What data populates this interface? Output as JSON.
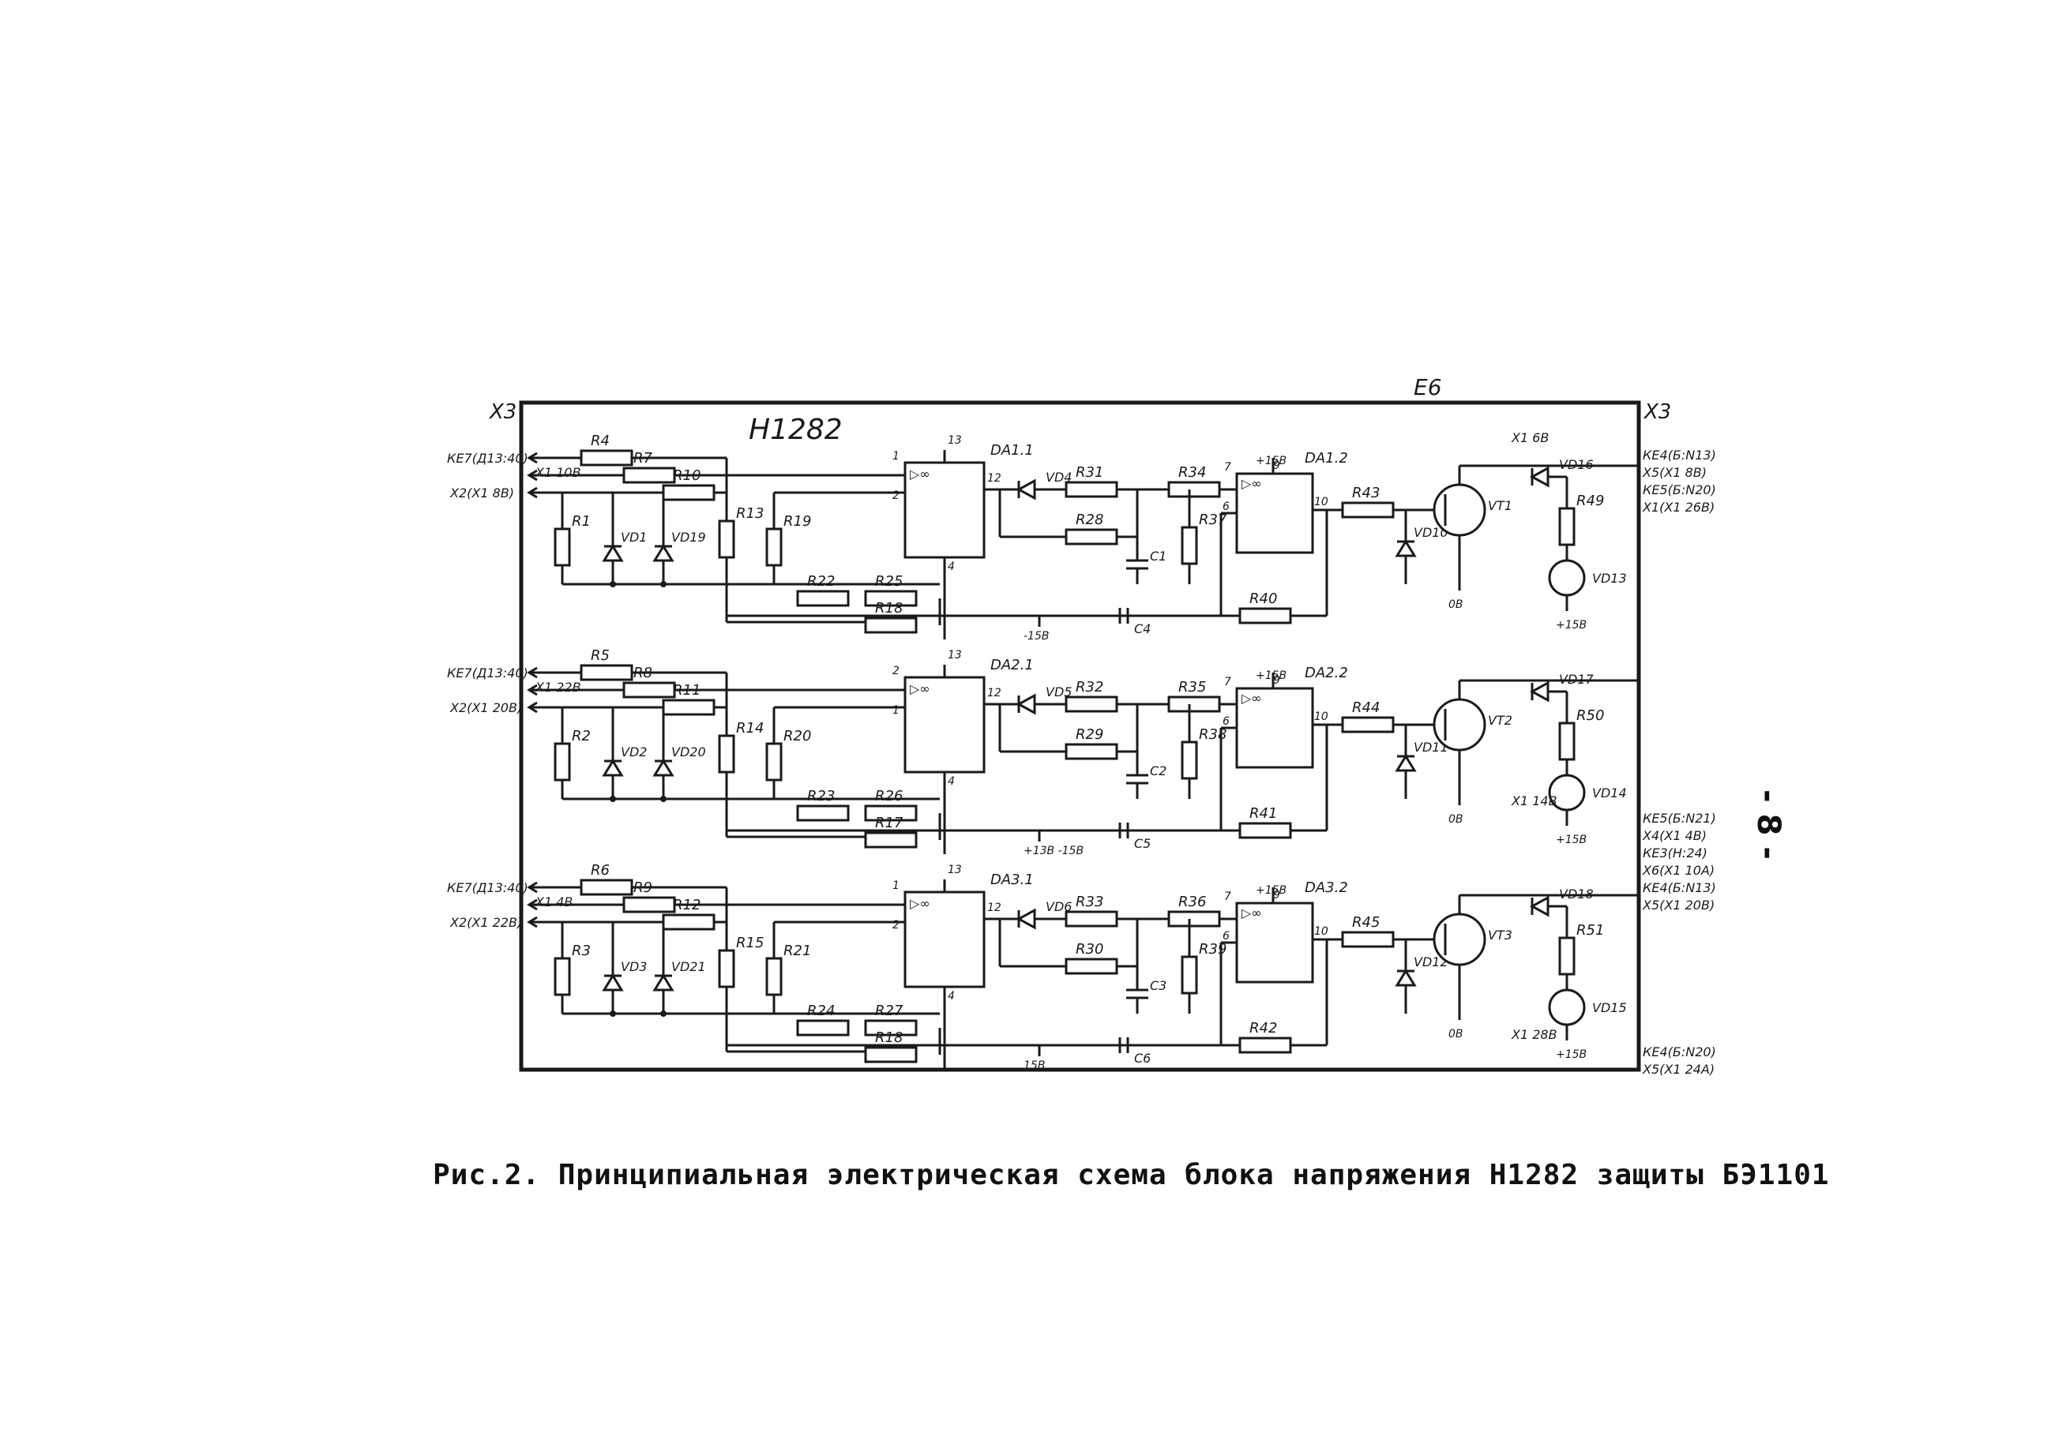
{
  "diagram": {
    "title": "Н1282",
    "block_label": "Е6",
    "connector_left": "X3",
    "connector_right": "X3",
    "power": {
      "top1": "+15В",
      "top2": "+15В",
      "top3": "+15В",
      "neg1": "-15В",
      "neg2": "+13В  -15В",
      "neg3": "15В",
      "pos1": "+15В",
      "pos2": "+15В",
      "pos3": "+15В"
    },
    "left_terminals": [
      {
        "top": "КЕ7(Д13:40)",
        "mid": "Х1 10В",
        "bot": "Х2(Х1 8В)"
      },
      {
        "top": "КЕ7(Д13:40)",
        "mid": "Х1 22В",
        "bot": "Х2(Х1 20В)"
      },
      {
        "top": "КЕ7(Д13:40)",
        "mid": "Х1 4В",
        "bot": "Х2(Х1 22В)"
      }
    ],
    "right_terminals": [
      "Х1 6В",
      "КЕ4(Б:N13)",
      "Х5(Х1 8В)",
      "КЕ5(Б:N20)",
      "Х1(Х1 26В)",
      "Х1 14В",
      "КЕ5(Б:N21)",
      "Х4(Х1 4В)",
      "КЕ3(Н:24)",
      "Х6(Х1 10А)",
      "КЕ4(Б:N13)",
      "Х5(Х1 20В)",
      "Х1 28В",
      "КЕ4(Б:N20)",
      "Х5(Х1 24А)"
    ],
    "channels": [
      {
        "res": [
          "R4",
          "R7",
          "R10",
          "R1",
          "R13",
          "R19",
          "R22",
          "R25",
          "R18",
          "R31",
          "R28",
          "R34",
          "R37",
          "R40",
          "R43",
          "R49"
        ],
        "diodes": [
          "VD1",
          "VD19",
          "VD4",
          "VD10",
          "VD16",
          "VD13"
        ],
        "opamp1": "DA1.1",
        "opamp2": "DA1.2",
        "cap1": "C1",
        "cap2": "C4",
        "transistor": "VT1",
        "ground": "0В",
        "pins": [
          "1",
          "2",
          "4",
          "13",
          "12",
          "7",
          "9",
          "6",
          "10"
        ]
      },
      {
        "res": [
          "R5",
          "R8",
          "R11",
          "R2",
          "R14",
          "R20",
          "R23",
          "R26",
          "R17",
          "R32",
          "R29",
          "R35",
          "R38",
          "R41",
          "R44",
          "R50"
        ],
        "diodes": [
          "VD2",
          "VD20",
          "VD5",
          "VD11",
          "VD17",
          "VD14"
        ],
        "opamp1": "DA2.1",
        "opamp2": "DA2.2",
        "cap1": "C2",
        "cap2": "C5",
        "transistor": "VT2",
        "ground": "0В",
        "pins": [
          "2",
          "1",
          "4",
          "13",
          "12",
          "7",
          "9",
          "6",
          "10"
        ]
      },
      {
        "res": [
          "R6",
          "R9",
          "R12",
          "R3",
          "R15",
          "R21",
          "R24",
          "R27",
          "R18",
          "R33",
          "R30",
          "R36",
          "R39",
          "R42",
          "R45",
          "R51"
        ],
        "diodes": [
          "VD3",
          "VD21",
          "VD6",
          "VD12",
          "VD18",
          "VD15"
        ],
        "opamp1": "DA3.1",
        "opamp2": "DA3.2",
        "cap1": "C3",
        "cap2": "C6",
        "transistor": "VT3",
        "ground": "0В",
        "pins": [
          "1",
          "2",
          "4",
          "13",
          "12",
          "7",
          "9",
          "6",
          "10"
        ]
      }
    ]
  },
  "caption": "Рис.2. Принципиальная электрическая схема блока напряжения Н1282 защиты БЭ1101",
  "page_number": "- 8 -"
}
